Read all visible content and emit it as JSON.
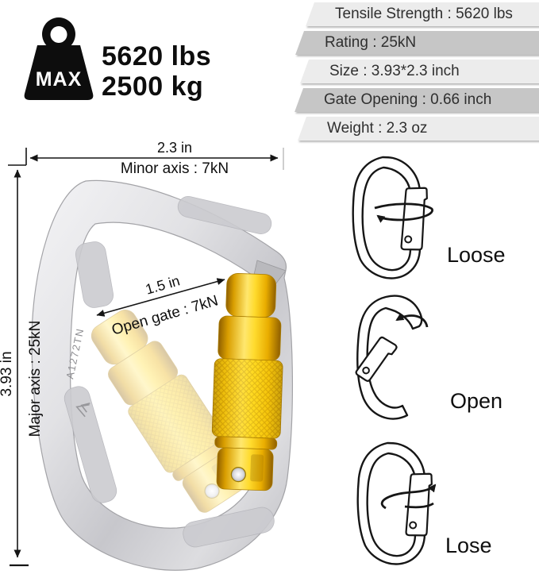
{
  "weight_badge": {
    "max_label": "MAX",
    "pounds": "5620 lbs",
    "kilograms": "2500 kg"
  },
  "specs": {
    "items": [
      {
        "label": "Tensile Strength : 5620 lbs"
      },
      {
        "label": "Rating : 25kN"
      },
      {
        "label": "Size : 3.93*2.3 inch"
      },
      {
        "label": "Gate Opening : 0.66 inch"
      },
      {
        "label": "Weight : 2.3 oz"
      }
    ]
  },
  "dimensions": {
    "width": "2.3 in",
    "minor_axis": "Minor axis : 7kN",
    "gate_span": "1.5 in",
    "open_gate": "Open gate : 7kN",
    "height": "3.93 in",
    "major_axis": "Major axis : 25kN"
  },
  "carabiner": {
    "model_code": "A1272TN"
  },
  "gate_states": {
    "loose": "Loose",
    "open": "Open",
    "lose": "Lose"
  },
  "colors": {
    "gold": "#f7c600",
    "silver": "#d6d6da",
    "banner_light": "#ececec",
    "banner_dark": "#c6c6c6",
    "ink": "#111111"
  }
}
